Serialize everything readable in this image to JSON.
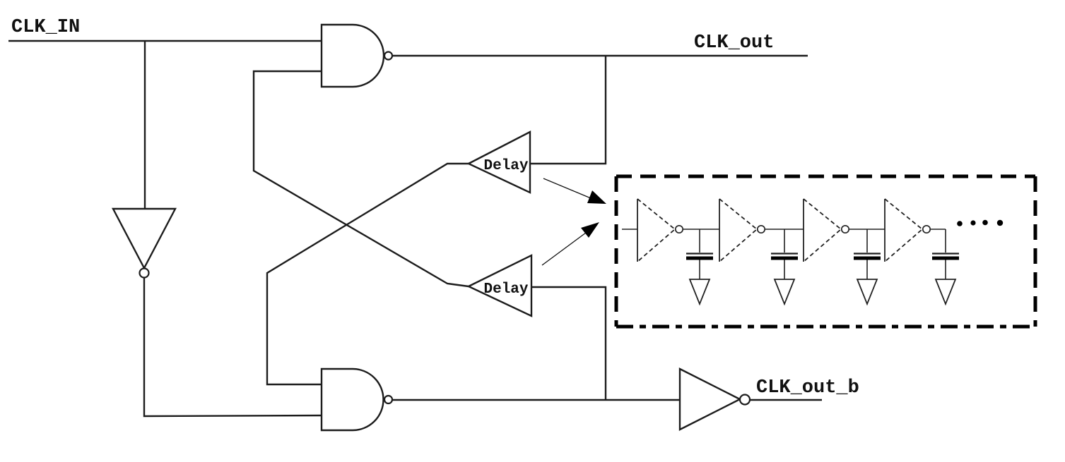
{
  "diagram": {
    "type": "circuit-schematic",
    "background_color": "#ffffff",
    "line_color": "#1c1c1c"
  },
  "labels": {
    "clk_in": "CLK_IN",
    "clk_out": "CLK_out",
    "clk_out_b": "CLK_out_b",
    "delay_top": "Delay",
    "delay_bottom": "Delay"
  },
  "components": {
    "nand_gates": 2,
    "input_inverter": 1,
    "output_inverter": 1,
    "delay_buffers": 2,
    "callout_arrows": 2,
    "delay_detail_box": {
      "inverters": 4,
      "load_capacitors": 4,
      "ground_symbols": 4,
      "continuation_dots": 4
    }
  }
}
